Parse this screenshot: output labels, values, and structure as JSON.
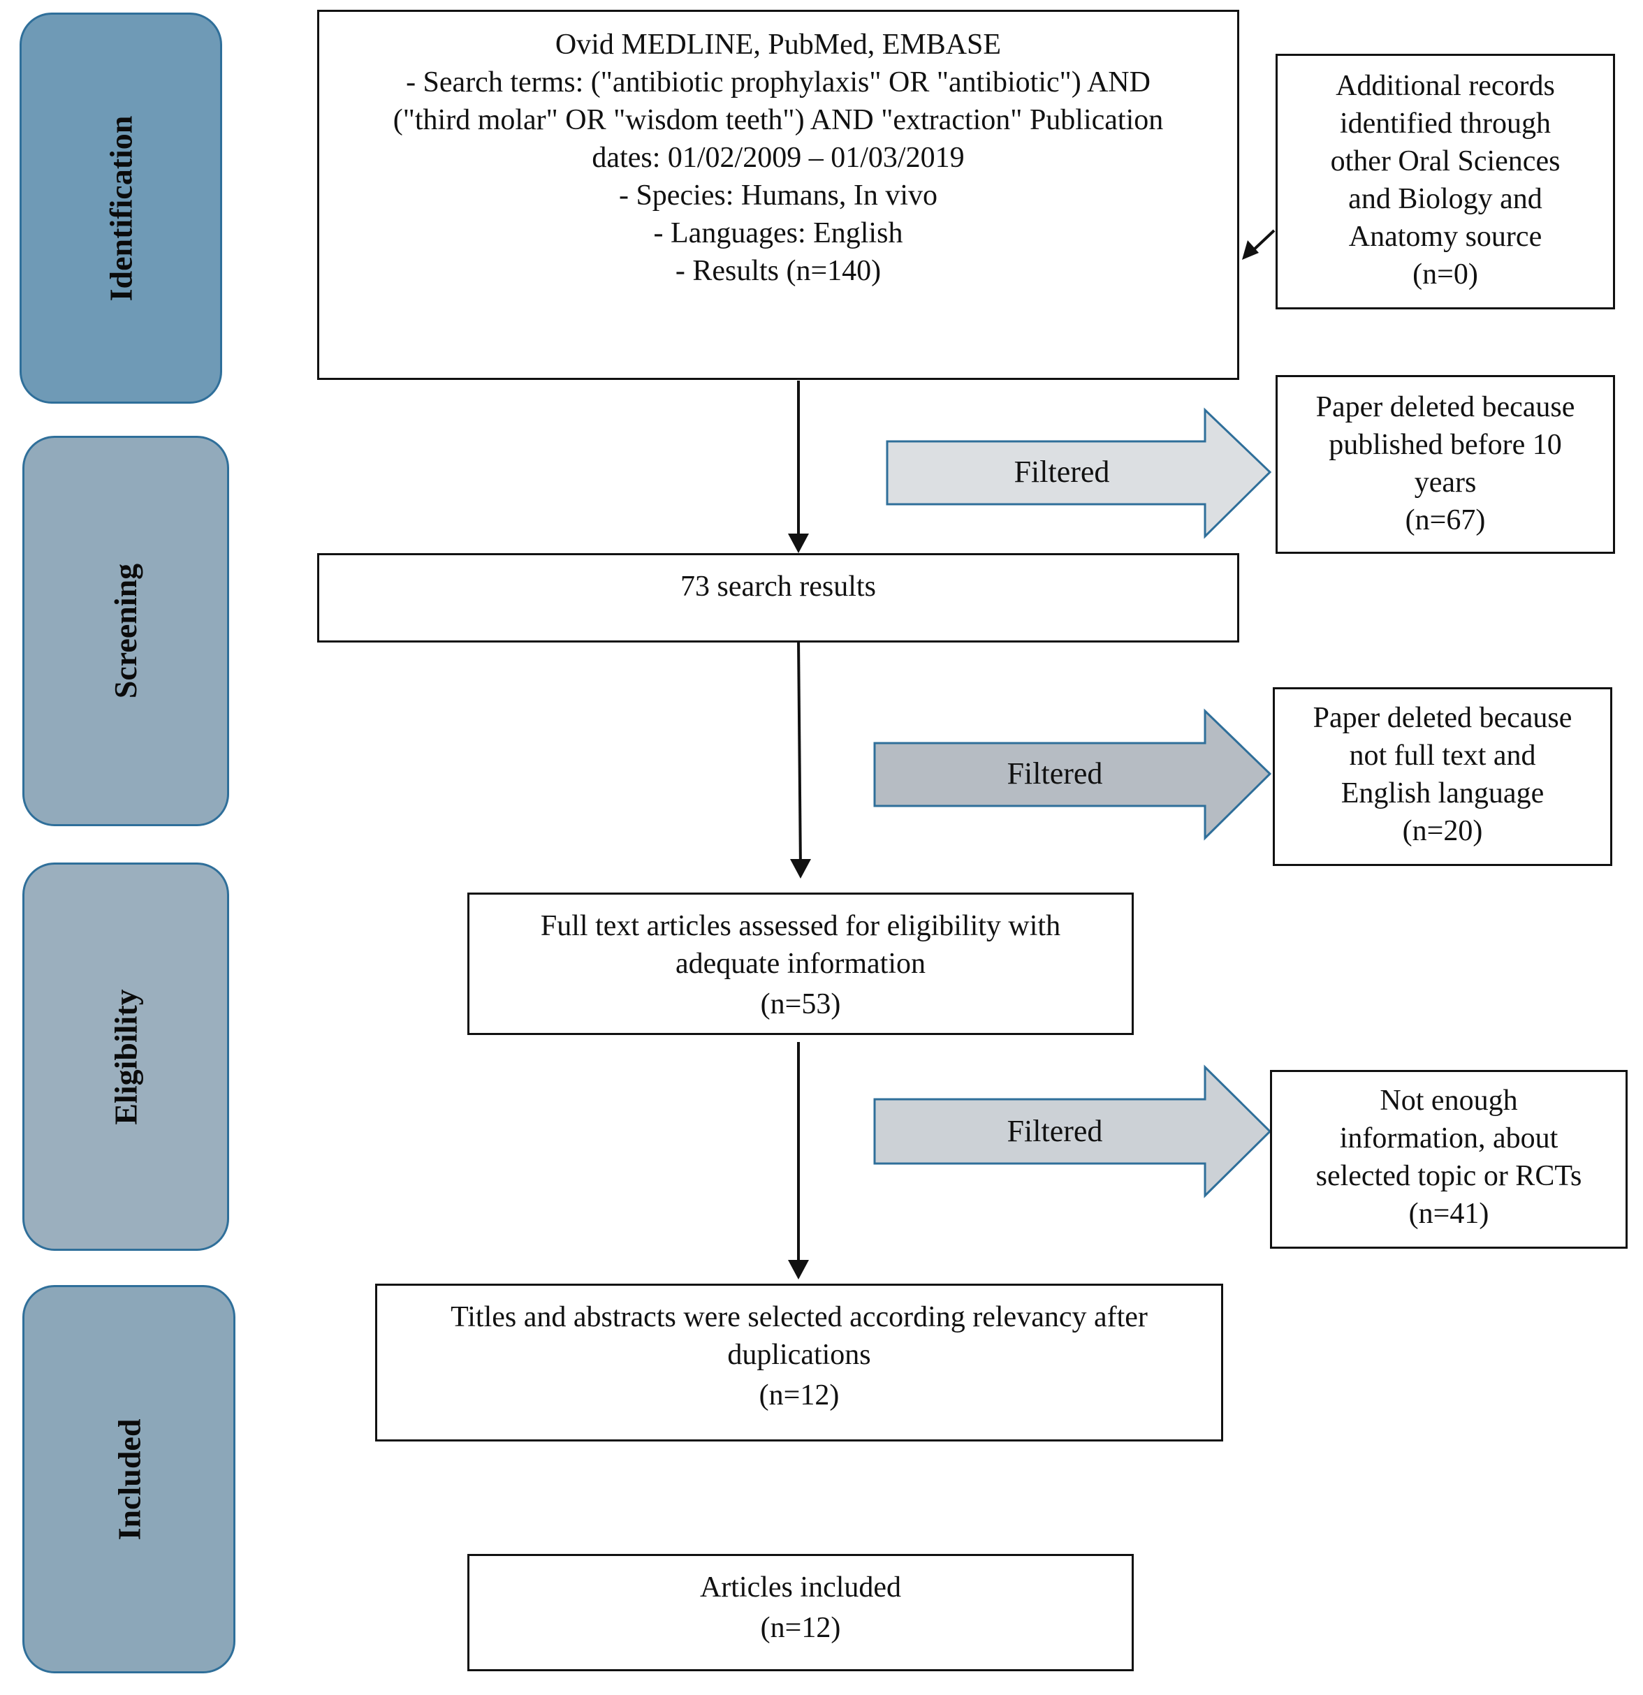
{
  "stages": [
    {
      "label": "Identification",
      "color": "#6f9ab6"
    },
    {
      "label": "Screening",
      "color": "#92aabb"
    },
    {
      "label": "Eligibility",
      "color": "#9bafbe"
    },
    {
      "label": "Included",
      "color": "#8ca7b9"
    }
  ],
  "identification": {
    "lines": [
      "Ovid MEDLINE, PubMed, EMBASE",
      "- Search terms: (\"antibiotic prophylaxis\" OR \"antibiotic\") AND",
      "(\"third molar\" OR \"wisdom teeth\") AND \"extraction\" Publication",
      "dates: 01/02/2009 – 01/03/2019",
      "- Species: Humans, In vivo",
      "- Languages: English",
      "- Results (n=140)"
    ]
  },
  "additional": {
    "lines": [
      "Additional records",
      "identified through",
      "other Oral Sciences",
      "and Biology and",
      "Anatomy source",
      "(n=0)"
    ]
  },
  "filters": [
    {
      "label": "Filtered",
      "fill": "#dcdfe2",
      "excluded": [
        "Paper deleted because",
        "published before 10",
        "years",
        "(n=67)"
      ]
    },
    {
      "label": "Filtered",
      "fill": "#b6bcc3",
      "excluded": [
        "Paper deleted because",
        "not full text and",
        "English language",
        "(n=20)"
      ]
    },
    {
      "label": "Filtered",
      "fill": "#ccd1d6",
      "excluded": [
        "Not enough",
        "information, about",
        "selected topic or RCTs",
        "(n=41)"
      ]
    }
  ],
  "screening_result": {
    "lines": [
      "73 search results"
    ]
  },
  "eligibility": {
    "lines": [
      "Full text articles assessed for eligibility with",
      "adequate information",
      "(n=53)"
    ]
  },
  "titles": {
    "lines": [
      "Titles and abstracts were selected according relevancy after",
      "duplications",
      "(n=12)"
    ]
  },
  "included": {
    "lines": [
      "Articles included",
      "(n=12)"
    ]
  }
}
